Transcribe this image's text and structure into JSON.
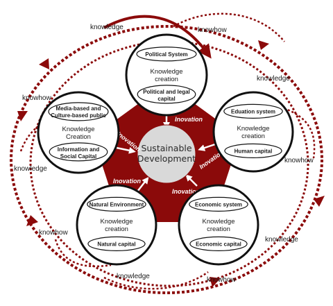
{
  "colors": {
    "maroon": "#8b0a0a",
    "circle_fill": "#ffffff",
    "center_fill": "#d9d9d9"
  },
  "center": {
    "line1": "Sustainable",
    "line2": "Development"
  },
  "innovation_label": "Inovation",
  "flow_labels": {
    "knowledge": "knowledge",
    "knowhow": "knowhow"
  },
  "systems": [
    {
      "id": "political",
      "title": "Political System",
      "creation_1": "Knowledge",
      "creation_2": "creation",
      "capital_1": "Political and legal",
      "capital_2": "capital"
    },
    {
      "id": "education",
      "title": "Eduation system",
      "creation_1": "Knowledge",
      "creation_2": "creation",
      "capital_1": "Human capital",
      "capital_2": ""
    },
    {
      "id": "economic",
      "title": "Economic system",
      "creation_1": "Knowledge",
      "creation_2": "creation",
      "capital_1": "Economic capital",
      "capital_2": ""
    },
    {
      "id": "natural",
      "title": "Natural Environment",
      "creation_1": "Knowledge",
      "creation_2": "creation",
      "capital_1": "Natural capital",
      "capital_2": ""
    },
    {
      "id": "media",
      "title": "Media-based and",
      "title_2": "Culture-based public",
      "creation_1": "Knowledge",
      "creation_2": "Creation",
      "capital_1": "Information and",
      "capital_2": "Social Capital"
    }
  ]
}
